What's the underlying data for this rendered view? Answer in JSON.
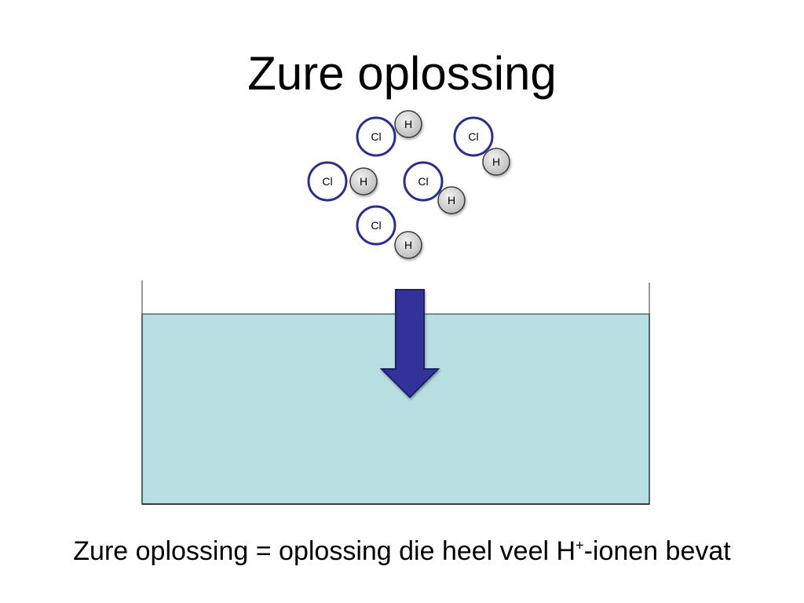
{
  "title": "Zure oplossing",
  "caption": {
    "before": "Zure oplossing = oplossing die heel veel H",
    "superscript": "+",
    "after": "-ionen bevat"
  },
  "molecule": {
    "cl_label": "Cl",
    "h_label": "H"
  },
  "colors": {
    "cl_ring": "#2b2f8c",
    "h_fill": "#cfcfcf",
    "arrow": "#33339a",
    "arrow_outline": "#1f2266",
    "water": "#b8dfe2",
    "water_outline": "#6f8f94"
  }
}
